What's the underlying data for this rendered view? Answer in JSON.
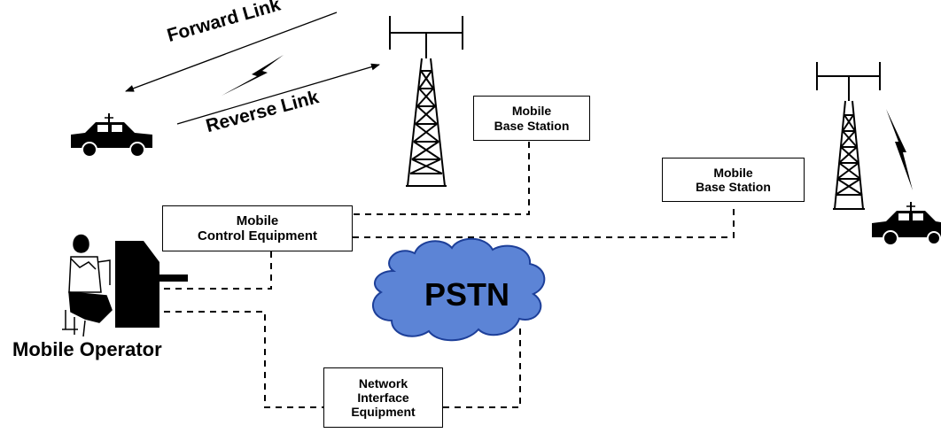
{
  "links": {
    "forward": "Forward Link",
    "reverse": "Reverse Link"
  },
  "boxes": {
    "base_station_1": {
      "line1": "Mobile",
      "line2": "Base Station"
    },
    "base_station_2": {
      "line1": "Mobile",
      "line2": "Base Station"
    },
    "control_equipment": {
      "line1": "Mobile",
      "line2": "Control Equipment"
    },
    "network_interface": {
      "line1": "Network",
      "line2": "Interface",
      "line3": "Equipment"
    }
  },
  "cloud_label": "PSTN",
  "operator_label": "Mobile Operator",
  "colors": {
    "cloud_fill": "#5c84d6",
    "cloud_stroke": "#1d3f99",
    "line": "#000000"
  },
  "icons": [
    "car-icon",
    "antenna-tower-icon",
    "lightning-bolt-icon",
    "operator-person-icon",
    "console-terminal-icon",
    "cloud-icon"
  ]
}
